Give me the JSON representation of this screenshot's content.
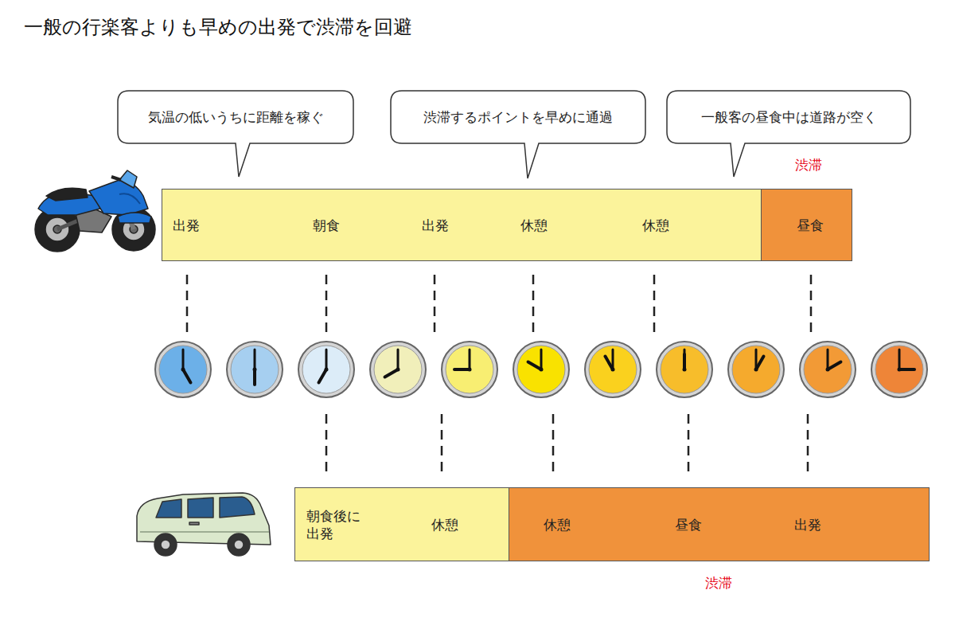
{
  "diagram": {
    "title": "一般の行楽客よりも早めの出発で渋滞を回避",
    "nodes": [
      {
        "text": [
          "気温の低いうちに距離を稼ぐ"
        ]
      },
      {
        "text": [
          "渋滞するポイントを早めに通過"
        ]
      },
      {
        "text": [
          "一般客の昼食中は道路が空く"
        ]
      },
      {
        "text": [
          "出発",
          "朝食",
          "出発",
          "休憩",
          "休憩"
        ]
      },
      {
        "text": [
          "昼食"
        ]
      },
      {
        "text": [
          "朝食後に 出発",
          "休憩"
        ]
      },
      {
        "text": [
          "休憩",
          "昼食",
          "出発"
        ]
      }
    ],
    "labels": [
      "渋滞",
      "渋滞"
    ]
  }
}
